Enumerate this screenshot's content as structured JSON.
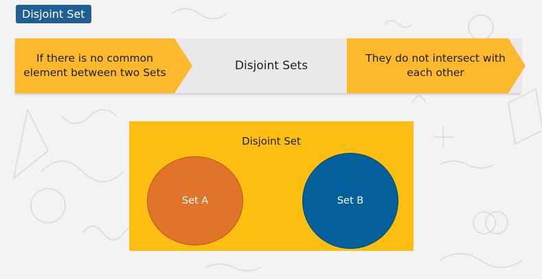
{
  "header": {
    "title": "Disjoint Set"
  },
  "banner": {
    "left_text": "If there is no common element between two Sets",
    "center_text": "Disjoint Sets",
    "right_text": "They do not intersect with each other"
  },
  "venn": {
    "title": "Disjoint Set",
    "set_a": "Set A",
    "set_b": "Set B"
  },
  "colors": {
    "title_badge": "#1f5f94",
    "arrow_fill": "#fcb92b",
    "band": "#e9e9e9",
    "panel": "#fcbf11",
    "set_a": "#e2732a",
    "set_b": "#03609a"
  }
}
